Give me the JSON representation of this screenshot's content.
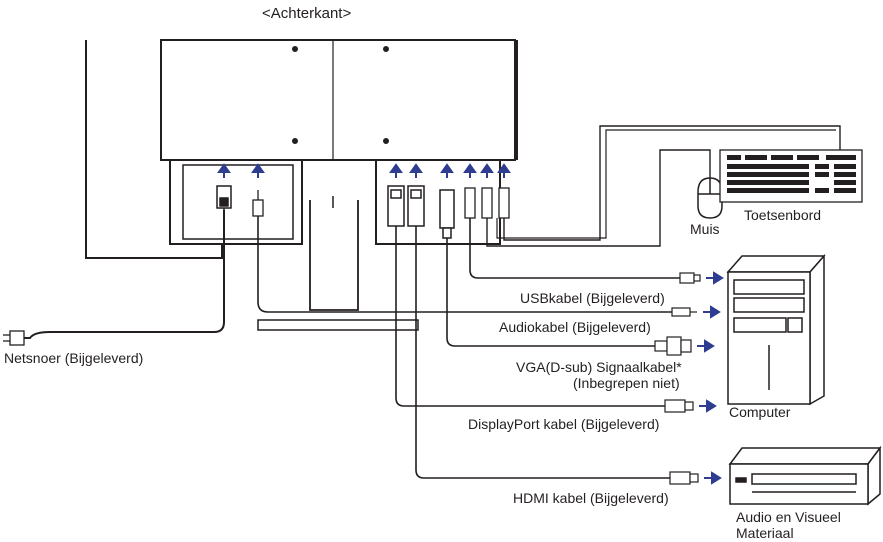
{
  "title": "<Achterkant>",
  "labels": {
    "netsnoer": "Netsnoer (Bijgeleverd)",
    "usb": "USBkabel (Bijgeleverd)",
    "audio": "Audiokabel (Bijgeleverd)",
    "vga_line1": "VGA(D-sub) Signaalkabel*",
    "vga_line2": "(Inbegrepen niet)",
    "displayport": "DisplayPort kabel (Bijgeleverd)",
    "hdmi": "HDMI kabel (Bijgeleverd)",
    "muis": "Muis",
    "toetsenbord": "Toetsenbord",
    "computer": "Computer",
    "av_line1": "Audio en Visueel",
    "av_line2": "Materiaal"
  },
  "colors": {
    "line": "#231f20",
    "arrow": "#2e3d8f"
  },
  "icons": [
    "monitor-back",
    "power-plug-icon",
    "audio-plug-icon",
    "usb-plug-icon",
    "vga-plug-icon",
    "displayport-plug-icon",
    "hdmi-plug-icon",
    "mouse-icon",
    "keyboard-icon",
    "computer-tower-icon",
    "av-device-icon"
  ]
}
